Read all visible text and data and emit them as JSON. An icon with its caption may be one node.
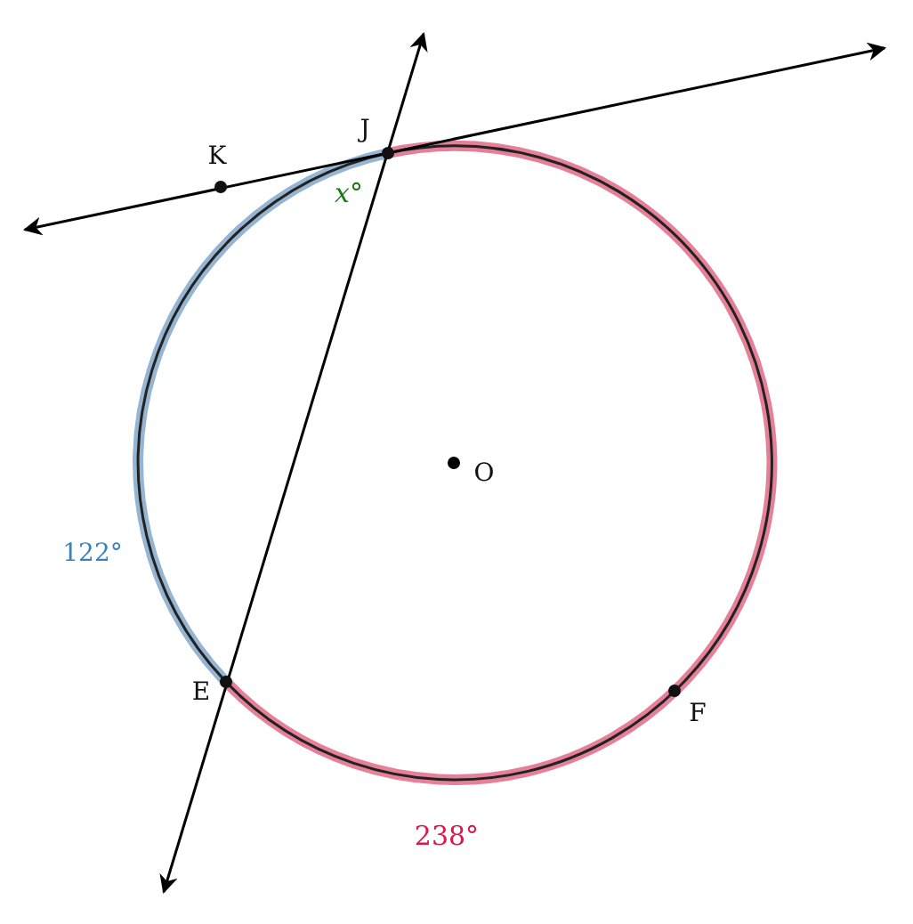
{
  "diagram": {
    "labels": [
      "K",
      "J",
      "*x*°",
      "O",
      "122°",
      "E",
      "F",
      "238°"
    ]
  }
}
